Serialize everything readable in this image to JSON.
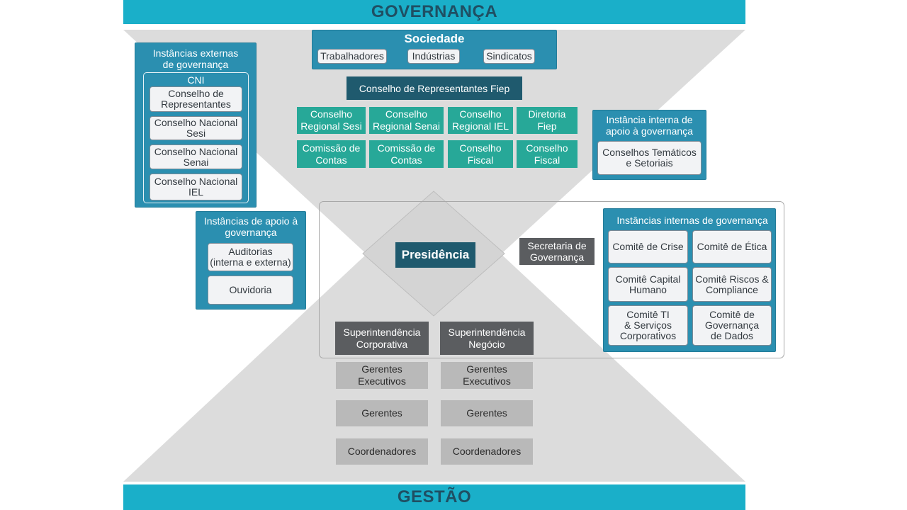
{
  "header": {
    "title": "GOVERNANÇA"
  },
  "footer": {
    "title": "GESTÃO"
  },
  "sociedade": {
    "title": "Sociedade",
    "items": [
      "Trabalhadores",
      "Indústrias",
      "Sindicatos"
    ]
  },
  "conselho_representantes": "Conselho de Representantes Fiep",
  "councils_row1": [
    "Conselho\nRegional Sesi",
    "Conselho\nRegional Senai",
    "Conselho\nRegional IEL",
    "Diretoria\nFiep"
  ],
  "councils_row2": [
    "Comissão de\nContas",
    "Comissão de\nContas",
    "Conselho\nFiscal",
    "Conselho\nFiscal"
  ],
  "externas": {
    "title": "Instâncias externas\nde governança",
    "cni": "CNI",
    "items": [
      "Conselho de\nRepresentantes",
      "Conselho Nacional\nSesi",
      "Conselho Nacional\nSenai",
      "Conselho Nacional\nIEL"
    ]
  },
  "apoio": {
    "title": "Instâncias de apoio à\ngovernança",
    "items": [
      "Auditorias\n(interna e externa)",
      "Ouvidoria"
    ]
  },
  "interna_apoio": {
    "title": "Instância interna de\napoio à governança",
    "item": "Conselhos Temáticos\ne Setoriais"
  },
  "internas": {
    "title": "Instâncias internas de governança",
    "items": [
      "Comitê de Crise",
      "Comitê de Ética",
      "Comitê Capital\nHumano",
      "Comitê Riscos &\nCompliance",
      "Comitê TI\n& Serviços\nCorporativos",
      "Comitê de\nGovernança\nde Dados"
    ]
  },
  "presidencia": "Presidência",
  "secretaria": "Secretaria de\nGovernança",
  "superintendencias": [
    "Superintendência\nCorporativa",
    "Superintendência\nNegócio"
  ],
  "gestao_levels": {
    "left": [
      "Gerentes\nExecutivos",
      "Gerentes",
      "Coordenadores"
    ],
    "right": [
      "Gerentes\nExecutivos",
      "Gerentes",
      "Coordenadores"
    ]
  }
}
